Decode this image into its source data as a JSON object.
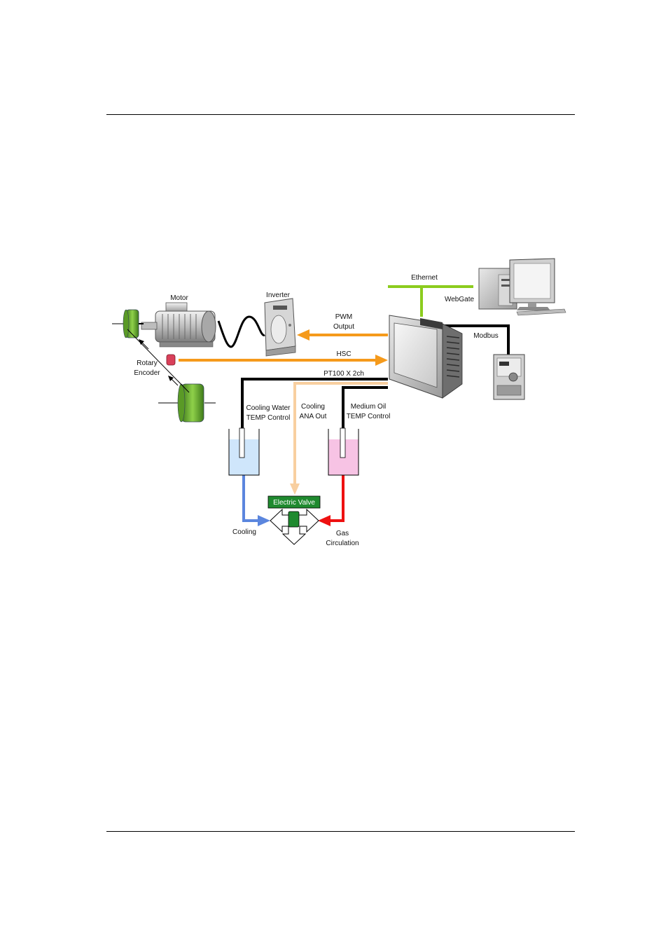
{
  "labels": {
    "motor": "Motor",
    "inverter": "Inverter",
    "ethernet": "Ethernet",
    "webgate": "WebGate",
    "pwm_output": [
      "PWM",
      "Output"
    ],
    "modbus": "Modbus",
    "hsc": "HSC",
    "rotary_encoder": [
      "Rotary",
      "Encoder"
    ],
    "pt100": "PT100 X 2ch",
    "cooling_water": [
      "Cooling Water",
      "TEMP Control"
    ],
    "cooling_ana": [
      "Cooling",
      "ANA Out"
    ],
    "medium_oil": [
      "Medium Oil",
      "TEMP Control"
    ],
    "electric_valve": "Electric Valve",
    "cooling": "Cooling",
    "gas_circulation": [
      "Gas",
      "Circulation"
    ]
  },
  "colors": {
    "ethernet_line": "#8ccc1e",
    "signal_orange": "#f59a1b",
    "wire_black": "#000000",
    "ana_out": "#f8cfa0",
    "cooling_blue": "#5b86de",
    "gas_red": "#ee1111",
    "valve_green": "#1f8a2f",
    "tank_water": "#cfe6fb",
    "tank_oil": "#f7c3e4",
    "encoder_green": "#6aa62a"
  },
  "icons": {
    "motor": "motor-icon",
    "inverter": "inverter-icon",
    "plc": "hmi-plc-panel-icon",
    "computer": "desktop-computer-icon",
    "drive": "modbus-drive-icon",
    "encoder": "rotary-encoder-icon",
    "valve": "electric-valve-icon"
  }
}
